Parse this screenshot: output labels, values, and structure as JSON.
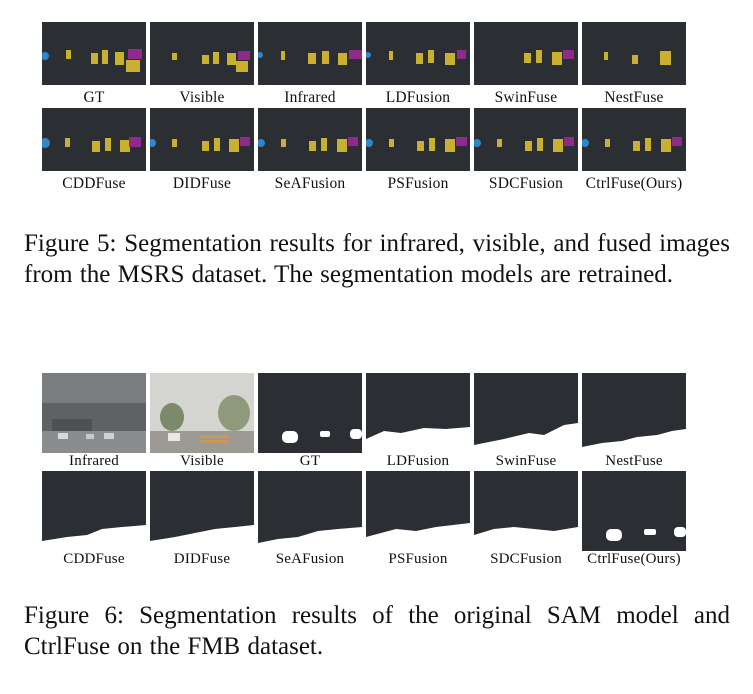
{
  "figure5": {
    "rows": [
      [
        "GT",
        "Visible",
        "Infrared",
        "LDFusion",
        "SwinFuse",
        "NestFuse"
      ],
      [
        "CDDFuse",
        "DIDFuse",
        "SeAFusion",
        "PSFusion",
        "SDCFusion",
        "CtrlFuse(Ours)"
      ]
    ],
    "caption": "Figure 5: Segmentation results for infrared, visible, and fused images from the MSRS dataset. The segmentation models are retrained."
  },
  "figure6": {
    "rows": [
      [
        "Infrared",
        "Visible",
        "GT",
        "LDFusion",
        "SwinFuse",
        "NestFuse"
      ],
      [
        "CDDFuse",
        "DIDFuse",
        "SeAFusion",
        "PSFusion",
        "SDCFusion",
        "CtrlFuse(Ours)"
      ]
    ],
    "caption": "Figure 6: Segmentation results of the original SAM model and CtrlFuse on the FMB dataset."
  },
  "colors": {
    "background": "#2b2e33",
    "person": "#c9b031",
    "car": "#8e2a8c",
    "bike": "#2f86c8",
    "mask": "#ffffff"
  }
}
